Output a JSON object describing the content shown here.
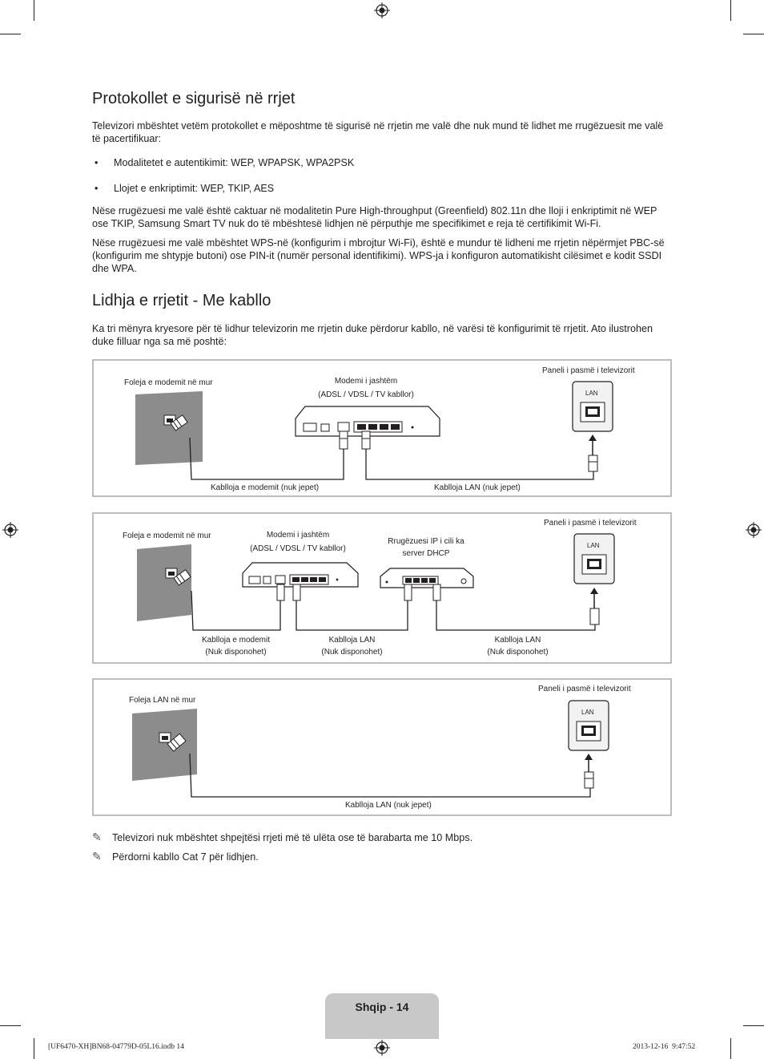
{
  "section1": {
    "title": "Protokollet e sigurisë në rrjet",
    "intro": "Televizori mbështet vetëm protokollet e mëposhtme të sigurisë në rrjetin me valë dhe nuk mund të lidhet me rrugëzuesit me valë të pacertifikuar:",
    "bullets": [
      "Modalitetet e autentikimit: WEP, WPAPSK, WPA2PSK",
      "Llojet e enkriptimit: WEP, TKIP, AES"
    ],
    "bullet_char": "•",
    "para2": "Nëse rrugëzuesi me valë është caktuar në modalitetin Pure High-throughput (Greenfield) 802.11n dhe lloji i enkriptimit në WEP ose TKIP, Samsung Smart TV nuk do të mbështesë lidhjen në përputhje me specifikimet e reja të certifikimit Wi-Fi.",
    "para3": "Nëse rrugëzuesi me valë mbështet WPS-në (konfigurim i mbrojtur Wi-Fi), është e mundur të lidheni me rrjetin nëpërmjet PBC-së (konfigurim me shtypje butoni) ose PIN-it (numër personal identifikimi). WPS-ja i konfiguron automatikisht cilësimet e kodit SSDI dhe WPA."
  },
  "section2": {
    "title": "Lidhja e rrjetit - Me kabllo",
    "intro": "Ka tri mënyra kryesore për të lidhur televizorin me rrjetin duke përdorur kabllo, në varësi të konfigurimit të rrjetit. Ato ilustrohen duke filluar nga sa më poshtë:"
  },
  "diagram1": {
    "wall_label": "Foleja e modemit në mur",
    "modem_label_1": "Modemi i jashtëm",
    "modem_label_2": "(ADSL / VDSL / TV kabllor)",
    "tv_label": "Paneli i pasmë i televizorit",
    "lan_port": "LAN",
    "cable_modem": "Kablloja e modemit (nuk jepet)",
    "cable_lan": "Kablloja LAN (nuk jepet)"
  },
  "diagram2": {
    "wall_label": "Foleja e modemit në mur",
    "modem_label_1": "Modemi i jashtëm",
    "modem_label_2": "(ADSL / VDSL / TV kabllor)",
    "router_label_1": "Rrugëzuesi IP i cili ka",
    "router_label_2": "server DHCP",
    "tv_label": "Paneli i pasmë i televizorit",
    "lan_port": "LAN",
    "cable_modem_1": "Kablloja e modemit",
    "cable_modem_2": "(Nuk disponohet)",
    "cable_lan1_1": "Kablloja LAN",
    "cable_lan1_2": "(Nuk disponohet)",
    "cable_lan2_1": "Kablloja LAN",
    "cable_lan2_2": "(Nuk disponohet)"
  },
  "diagram3": {
    "wall_label": "Foleja LAN në mur",
    "tv_label": "Paneli i pasmë i televizorit",
    "lan_port": "LAN",
    "cable_lan": "Kablloja LAN (nuk jepet)"
  },
  "notes": {
    "icon": "pencil-note-icon",
    "items": [
      "Televizori nuk mbështet shpejtësi rrjeti më të ulëta ose të barabarta me 10 Mbps.",
      "Përdorni kabllo Cat 7 për lidhjen."
    ]
  },
  "page_label": "Shqip - 14",
  "footer": {
    "left": "[UF6470-XH]BN68-04779D-05L16.indb   14",
    "right": "2013-12-16   ︎ 9:47:52"
  },
  "colors": {
    "text": "#231f20",
    "diagram_border": "#bdbdbd",
    "wall": "#8c8c8c",
    "page_tab": "#c8c8c8"
  }
}
